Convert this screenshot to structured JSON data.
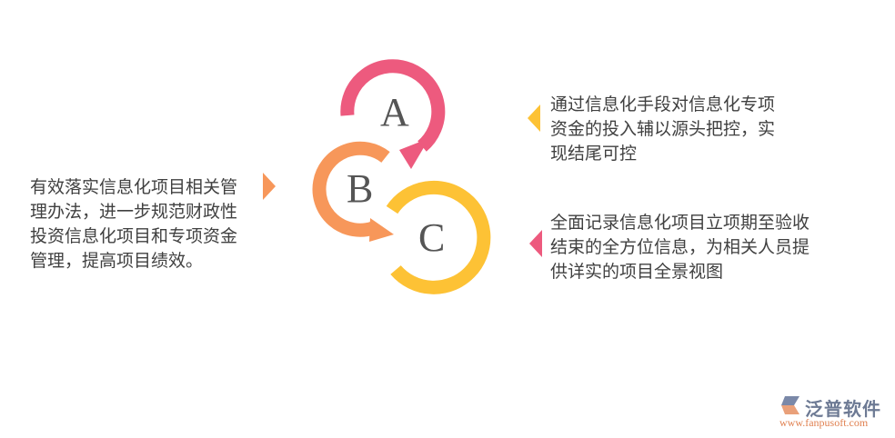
{
  "diagram": {
    "letters": [
      "A",
      "B",
      "C"
    ],
    "colors": {
      "A": "#ED5A7E",
      "B": "#F7975A",
      "C": "#FDC235"
    },
    "left_text": "有效落实信息化项目相关管理办法，进一步规范财政性投资信息化项目和专项资金管理，提高项目绩效。",
    "right_top_text": "通过信息化手段对信息化专项资金的投入辅以源头把控，实现结尾可控",
    "right_bottom_text": "全面记录信息化项目立项期至验收结束的全方位信息，为相关人员提供详实的项目全景视图"
  },
  "logo": {
    "name": "泛普软件",
    "url": "www.fanpusoft.com"
  }
}
